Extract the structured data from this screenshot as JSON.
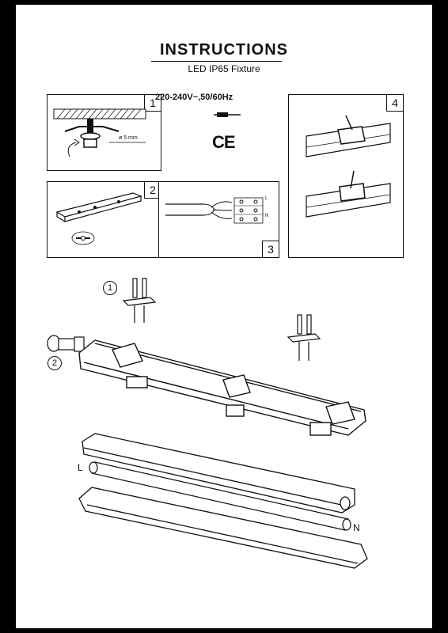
{
  "header": {
    "title": "INSTRUCTIONS",
    "subtitle": "LED IP65 Fixture"
  },
  "specs": {
    "voltage": "220-240V~,50/60Hz",
    "ce_mark": "CE"
  },
  "panels": {
    "step1": {
      "number": "1",
      "dimension": "ø 5 mm"
    },
    "step2": {
      "number": "2"
    },
    "step3": {
      "number": "3"
    },
    "step4": {
      "number": "4"
    }
  },
  "terminal_marks": [
    "L",
    "N"
  ],
  "exploded_view": {
    "callout_1": "1",
    "callout_2": "2",
    "tube_left_label": "L",
    "tube_right_label": "N"
  }
}
